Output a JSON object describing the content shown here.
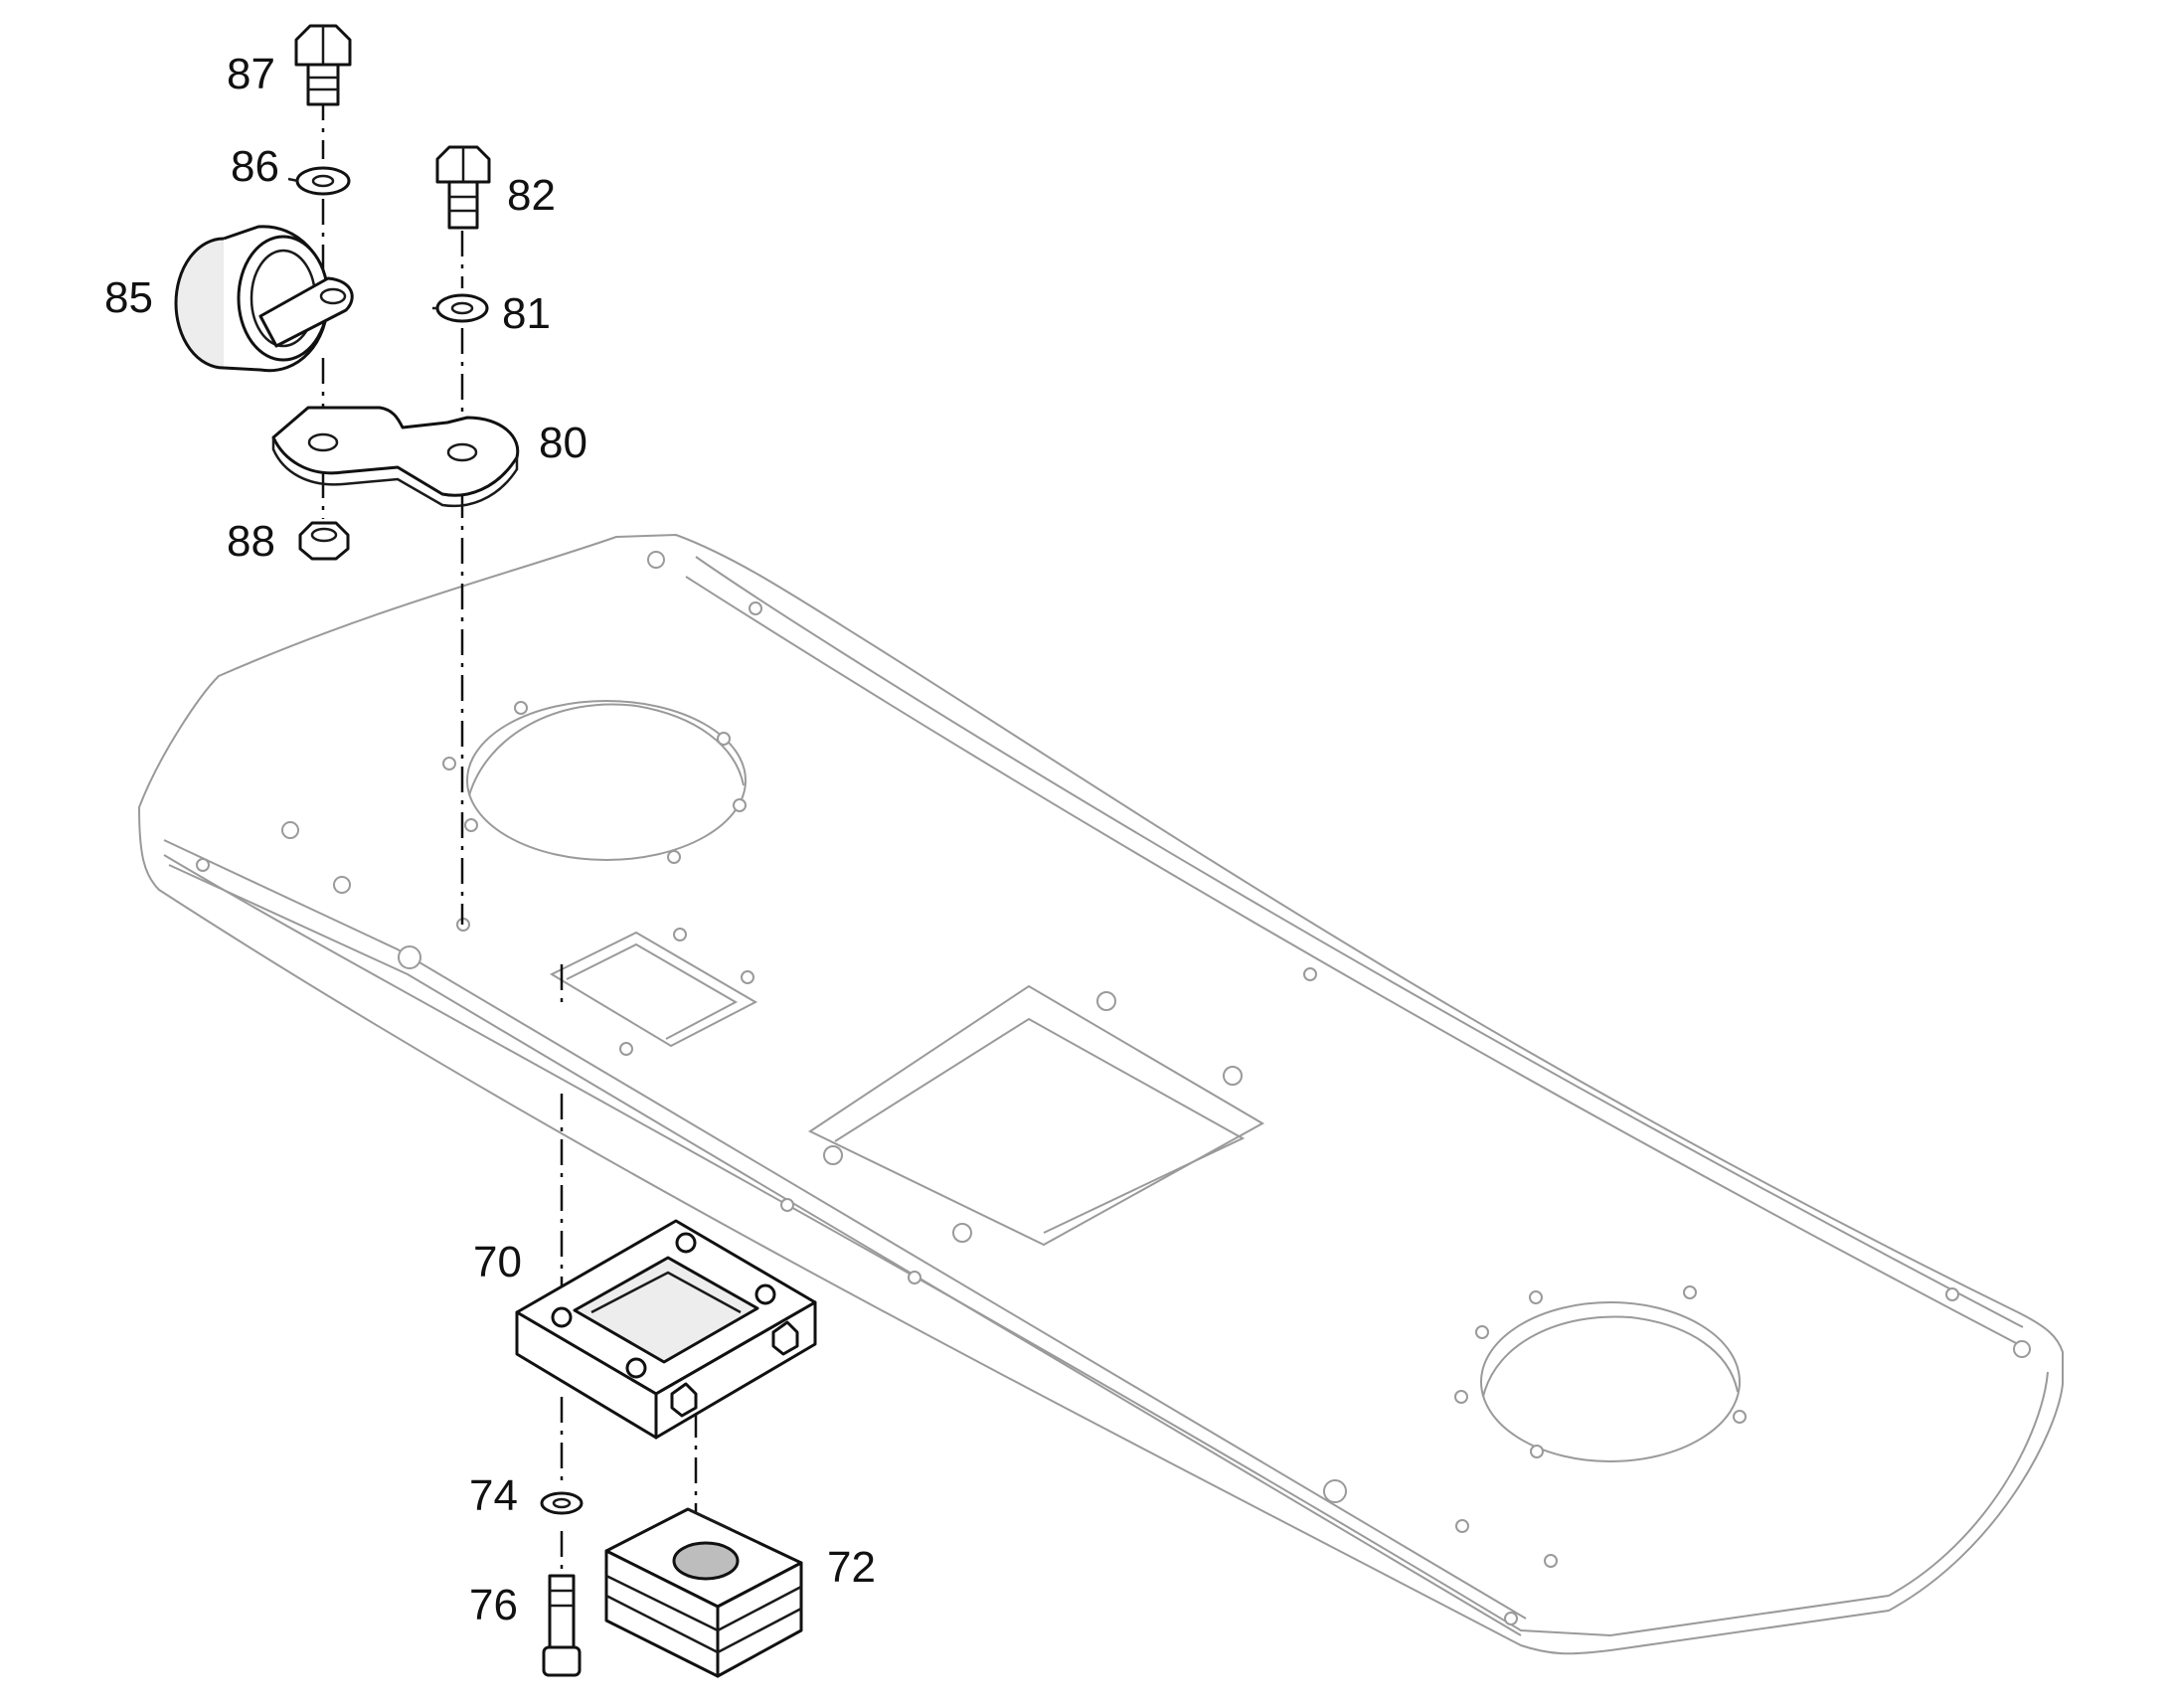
{
  "diagram": {
    "callouts": [
      {
        "id": "87",
        "text": "87"
      },
      {
        "id": "86",
        "text": "86"
      },
      {
        "id": "82",
        "text": "82"
      },
      {
        "id": "85",
        "text": "85"
      },
      {
        "id": "81",
        "text": "81"
      },
      {
        "id": "80",
        "text": "80"
      },
      {
        "id": "88",
        "text": "88"
      },
      {
        "id": "70",
        "text": "70"
      },
      {
        "id": "74",
        "text": "74"
      },
      {
        "id": "72",
        "text": "72"
      },
      {
        "id": "76",
        "text": "76"
      }
    ]
  },
  "colors": {
    "line_dark": "#111111",
    "line_light": "#9a9a9a",
    "background": "#ffffff"
  }
}
